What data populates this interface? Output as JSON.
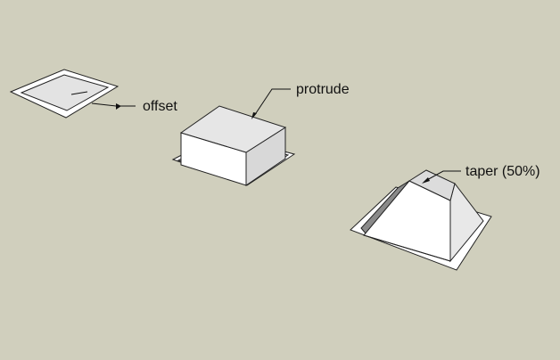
{
  "labels": {
    "offset": "offset",
    "protrude": "protrude",
    "taper": "taper (50%)"
  }
}
